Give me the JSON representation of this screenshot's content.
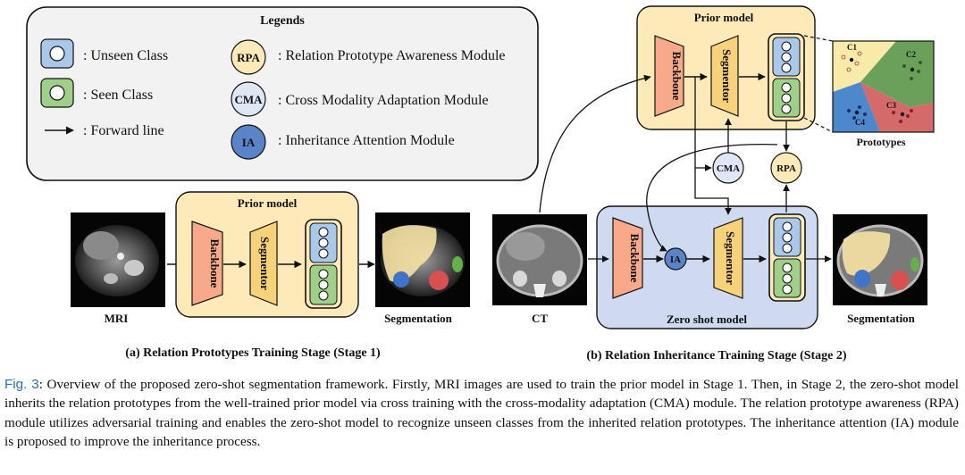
{
  "legend": {
    "title": "Legends",
    "unseen": ": Unseen Class",
    "seen": ": Seen Class",
    "forward": ": Forward line",
    "rpa_abbr": "RPA",
    "rpa_desc": ": Relation Prototype Awareness Module",
    "cma_abbr": "CMA",
    "cma_desc": ": Cross Modality Adaptation Module",
    "ia_abbr": "IA",
    "ia_desc": ": Inheritance Attention Module"
  },
  "stage1": {
    "input_label": "MRI",
    "prior_title": "Prior model",
    "backbone": "Backbone",
    "segmentor": "Segmentor",
    "output_label": "Segmentation",
    "caption": "(a) Relation Prototypes Training Stage (Stage 1)"
  },
  "stage2": {
    "input_label": "CT",
    "prior_title": "Prior model",
    "zero_shot_title": "Zero shot model",
    "backbone": "Backbone",
    "segmentor": "Segmentor",
    "cma": "CMA",
    "rpa": "RPA",
    "ia": "IA",
    "output_label": "Segmentation",
    "prototypes_label": "Prototypes",
    "clusters": [
      "C1",
      "C2",
      "C3",
      "C4"
    ],
    "caption": "(b) Relation Inheritance Training Stage (Stage 2)"
  },
  "colors": {
    "unseen": "#a9c8ea",
    "seen": "#9fd08a",
    "prior_bg": "#fdeab8",
    "zero_shot_bg": "#cfdaf0",
    "backbone": "#f7a98a",
    "segmentor": "#f7d27a",
    "ia": "#5b84c8",
    "cma": "#dfe7f5",
    "rpa": "#fdeab8"
  },
  "caption": {
    "label": "Fig. 3",
    "text": ": Overview of the proposed zero-shot segmentation framework. Firstly, MRI images are used to train the prior model in Stage 1. Then, in Stage 2, the zero-shot model inherits the relation prototypes from the well-trained prior model via cross training with the cross-modality adaptation (CMA) module. The relation prototype awareness (RPA) module utilizes adversarial training and enables the zero-shot model to recognize unseen classes from the inherited relation prototypes. The inheritance attention (IA) module is proposed to improve the inheritance process."
  }
}
